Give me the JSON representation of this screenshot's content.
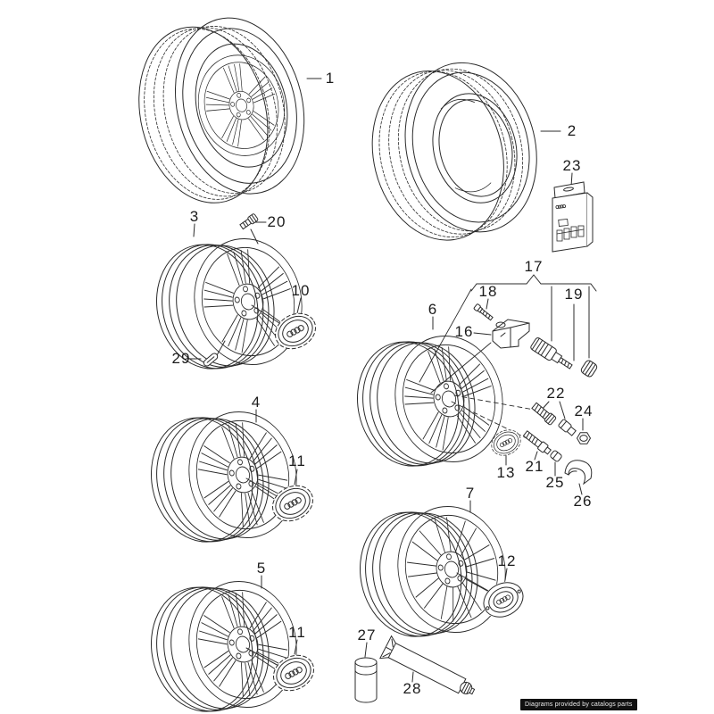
{
  "callouts": {
    "item1": "1",
    "item2": "2",
    "item3": "3",
    "item4": "4",
    "item5": "5",
    "item6": "6",
    "item7": "7",
    "item10": "10",
    "item11a": "11",
    "item11b": "11",
    "item12": "12",
    "item13": "13",
    "item16": "16",
    "item17": "17",
    "item18": "18",
    "item19": "19",
    "item20": "20",
    "item21": "21",
    "item22": "22",
    "item23": "23",
    "item24": "24",
    "item25": "25",
    "item26": "26",
    "item27": "27",
    "item28": "28",
    "item29": "29"
  },
  "badge": {
    "text": "Diagrams provided by catalogs parts"
  },
  "colors": {
    "line": "#2b2b2b",
    "background": "#ffffff",
    "badge_background": "#101010",
    "badge_text": "#ededed"
  }
}
